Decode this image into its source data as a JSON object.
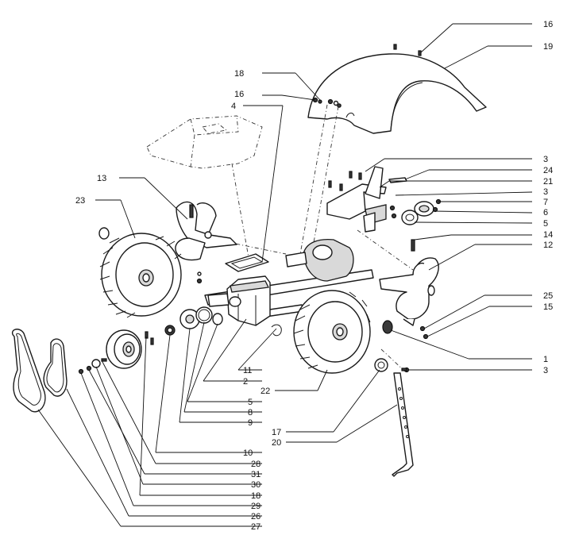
{
  "callouts": {
    "c16a": "16",
    "c19": "19",
    "c18a": "18",
    "c16b": "16",
    "c4": "4",
    "c3a": "3",
    "c24": "24",
    "c21": "21",
    "c3b": "3",
    "c7": "7",
    "c6": "6",
    "c5a": "5",
    "c14": "14",
    "c12": "12",
    "c13": "13",
    "c23": "23",
    "c25": "25",
    "c15": "15",
    "c1": "1",
    "c3c": "3",
    "c11": "11",
    "c2": "2",
    "c22": "22",
    "c5b": "5",
    "c8": "8",
    "c9": "9",
    "c17": "17",
    "c20": "20",
    "c10": "10",
    "c28": "28",
    "c31": "31",
    "c30": "30",
    "c18b": "18",
    "c29": "29",
    "c26": "26",
    "c27": "27"
  },
  "colors": {
    "line": "#1a1a1a",
    "fill": "#ffffff",
    "shade": "#d9d9d9"
  }
}
